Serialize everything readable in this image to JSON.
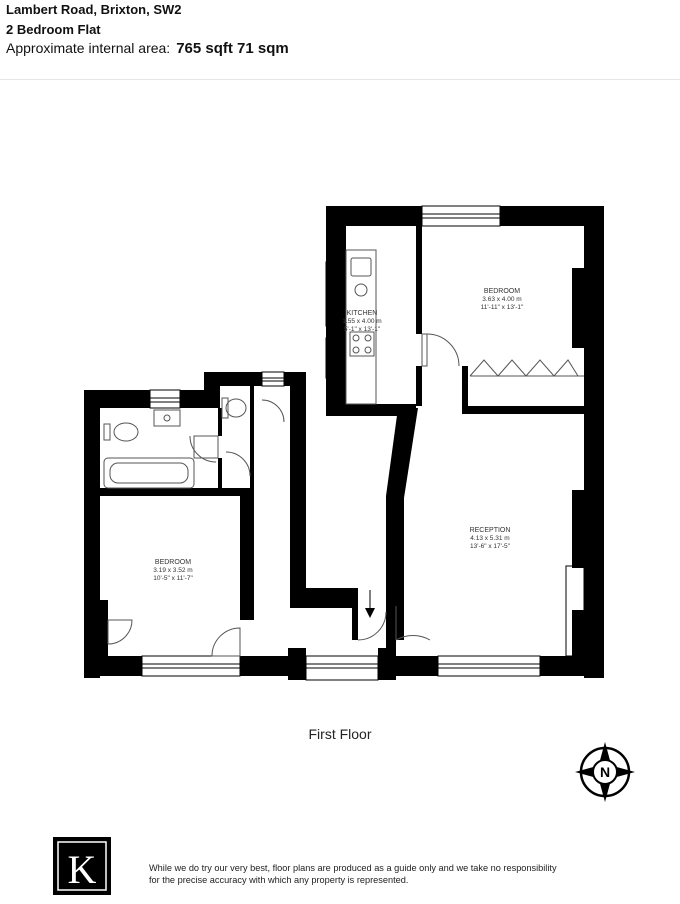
{
  "header": {
    "address": "Lambert Road, Brixton, SW2",
    "property_type": "2 Bedroom Flat",
    "area_label": "Approximate internal area:",
    "area_value": "765 sqft  71 sqm"
  },
  "rooms": {
    "kitchen": {
      "name": "KITCHEN",
      "metric": "1.55 x 4.00 m",
      "imperial": "5'-1\" x 13'-1\""
    },
    "bedroom_rear": {
      "name": "BEDROOM",
      "metric": "3.63 x 4.00 m",
      "imperial": "11'-11\" x 13'-1\""
    },
    "reception": {
      "name": "RECEPTION",
      "metric": "4.13 x 5.31 m",
      "imperial": "13'-6\" x 17'-5\""
    },
    "bedroom_front": {
      "name": "BEDROOM",
      "metric": "3.19 x 3.52 m",
      "imperial": "10'-5\" x 11'-7\""
    }
  },
  "floor_label": "First Floor",
  "compass": {
    "letter": "N"
  },
  "logo": {
    "letter": "K"
  },
  "disclaimer": {
    "line1": "While we do try our very best, floor plans are produced as a guide only and we take no responsibility",
    "line2": "for the precise accuracy with which any property is represented."
  },
  "colors": {
    "wall": "#000000",
    "fixture": "#555555",
    "logo_bg": "#000000"
  }
}
